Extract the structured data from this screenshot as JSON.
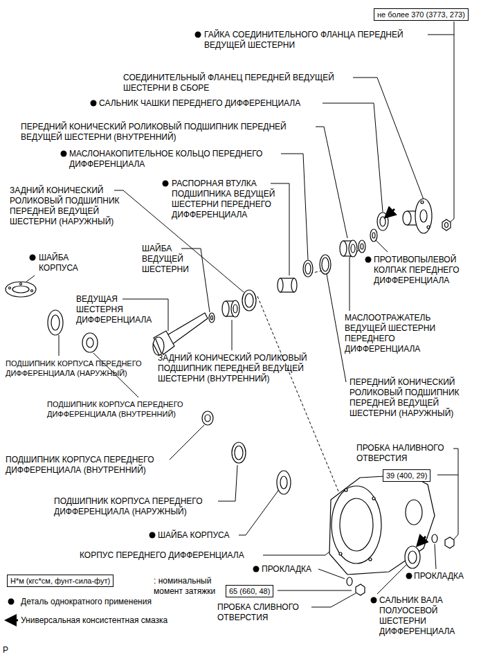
{
  "diagram": {
    "nodes": [
      {
        "text": [
          "не более 370 (3773, 273)"
        ]
      },
      {
        "text": [
          "39 (400, 29)"
        ]
      },
      {
        "text": [
          "65 (660, 48)"
        ]
      },
      {
        "text": [
          "Н*м (кгс*см, фунт-сила-фут)"
        ]
      }
    ],
    "labels": [
      "ГАЙКА СОЕДИНИТЕЛЬНОГО ФЛАНЦА ПЕРЕДНЕЙ ВЕДУЩЕЙ ШЕСТЕРНИ",
      "СОЕДИНИТЕЛЬНЫЙ ФЛАНЕЦ ПЕРЕДНЕЙ ВЕДУЩЕЙ ШЕСТЕРНИ В СБОРЕ",
      "САЛЬНИК ЧАШКИ ПЕРЕДНЕГО ДИФФЕРЕНЦИАЛА",
      "ПЕРЕДНИЙ КОНИЧЕСКИЙ РОЛИКОВЫЙ ПОДШИПНИК ПЕРЕДНЕЙ ВЕДУЩЕЙ ШЕСТЕРНИ (ВНУТРЕННИЙ)",
      "МАСЛОНАКОПИТЕЛЬНОЕ КОЛЬЦО ПЕРЕДНЕГО ДИФФЕРЕНЦИАЛА",
      "РАСПОРНАЯ ВТУЛКА ПОДШИПНИКА ВЕДУЩЕЙ ШЕСТЕРНИ ПЕРЕДНЕГО ДИФФЕРЕНЦИАЛА",
      "ЗАДНИЙ КОНИЧЕСКИЙ РОЛИКОВЫЙ ПОДШИПНИК ПЕРЕДНЕЙ ВЕДУЩЕЙ ШЕСТЕРНИ (НАРУЖНЫЙ)",
      "ШАЙБА ВЕДУЩЕЙ ШЕСТЕРНИ",
      "ШАЙБА КОРПУСА",
      "ПРОТИВОПЫЛЕВОЙ КОЛПАК ПЕРЕДНЕГО ДИФФЕРЕНЦИАЛА",
      "ВЕДУЩАЯ ШЕСТЕРНЯ ДИФФЕРЕНЦИАЛА",
      "МАСЛООТРАЖАТЕЛЬ ВЕДУЩЕЙ ШЕСТЕРНИ ПЕРЕДНЕГО ДИФФЕРЕНЦИАЛА",
      "ЗАДНИЙ КОНИЧЕСКИЙ РОЛИКОВЫЙ ПОДШИПНИК ПЕРЕДНЕЙ ВЕДУЩЕЙ ШЕСТЕРНИ (ВНУТРЕННИЙ)",
      "ПОДШИПНИК КОРПУСА ПЕРЕДНЕГО ДИФФЕРЕНЦИАЛА (НАРУЖНЫЙ)",
      "ПЕРЕДНИЙ КОНИЧЕСКИЙ РОЛИКОВЫЙ ПОДШИПНИК ПЕРЕДНЕЙ ВЕДУЩЕЙ ШЕСТЕРНИ (НАРУЖНЫЙ)",
      "ПОДШИПНИК КОРПУСА ПЕРЕДНЕГО ДИФФЕРЕНЦИАЛА (ВНУТРЕННИЙ)",
      "ПРОБКА НАЛИВНОГО ОТВЕРСТИЯ",
      "ПОДШИПНИК КОРПУСА ПЕРЕДНЕГО ДИФФЕРЕНЦИАЛА (ВНУТРЕННИЙ)",
      "ПОДШИПНИК КОРПУСА ПЕРЕДНЕГО ДИФФЕРЕНЦИАЛА (НАРУЖНЫЙ)",
      "ШАЙБА КОРПУСА",
      "КОРПУС ПЕРЕДНЕГО ДИФФЕРЕНЦИАЛА",
      "ПРОКЛАДКА",
      "ПРОКЛАДКА",
      "САЛЬНИК ВАЛА ПОЛУОСЕВОЙ ШЕСТЕРНИ ДИФФЕРЕНЦИАЛА",
      "ПРОБКА СЛИВНОГО ОТВЕРСТИЯ",
      "P"
    ],
    "legend": [
      {
        "text": ": номинальный момент затяжки"
      },
      {
        "text": "Деталь однократного применения"
      },
      {
        "text": "Универсальная консистентная смазка"
      }
    ]
  }
}
